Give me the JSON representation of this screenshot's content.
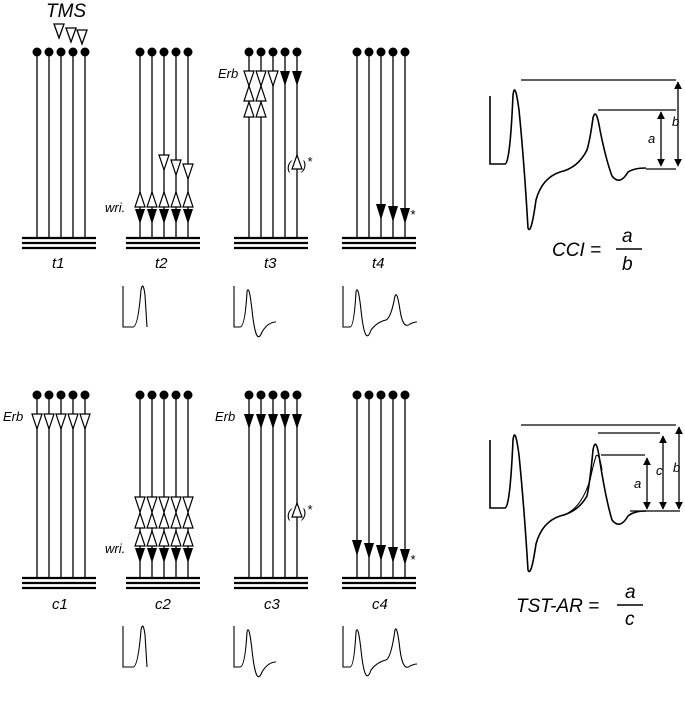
{
  "labels": {
    "tms": "TMS",
    "erb": "Erb",
    "wri": "wri.",
    "asterisk": "*",
    "paren_open": "(",
    "paren_close": ")"
  },
  "top_panels": [
    "t1",
    "t2",
    "t3",
    "t4"
  ],
  "bottom_panels": [
    "c1",
    "c2",
    "c3",
    "c4"
  ],
  "right": {
    "cci": {
      "lhs": "CCI =",
      "num": "a",
      "den": "b",
      "a": "a",
      "b": "b"
    },
    "tst": {
      "lhs": "TST-AR =",
      "num": "a",
      "den": "c",
      "a": "a",
      "b": "b",
      "c": "c"
    }
  }
}
